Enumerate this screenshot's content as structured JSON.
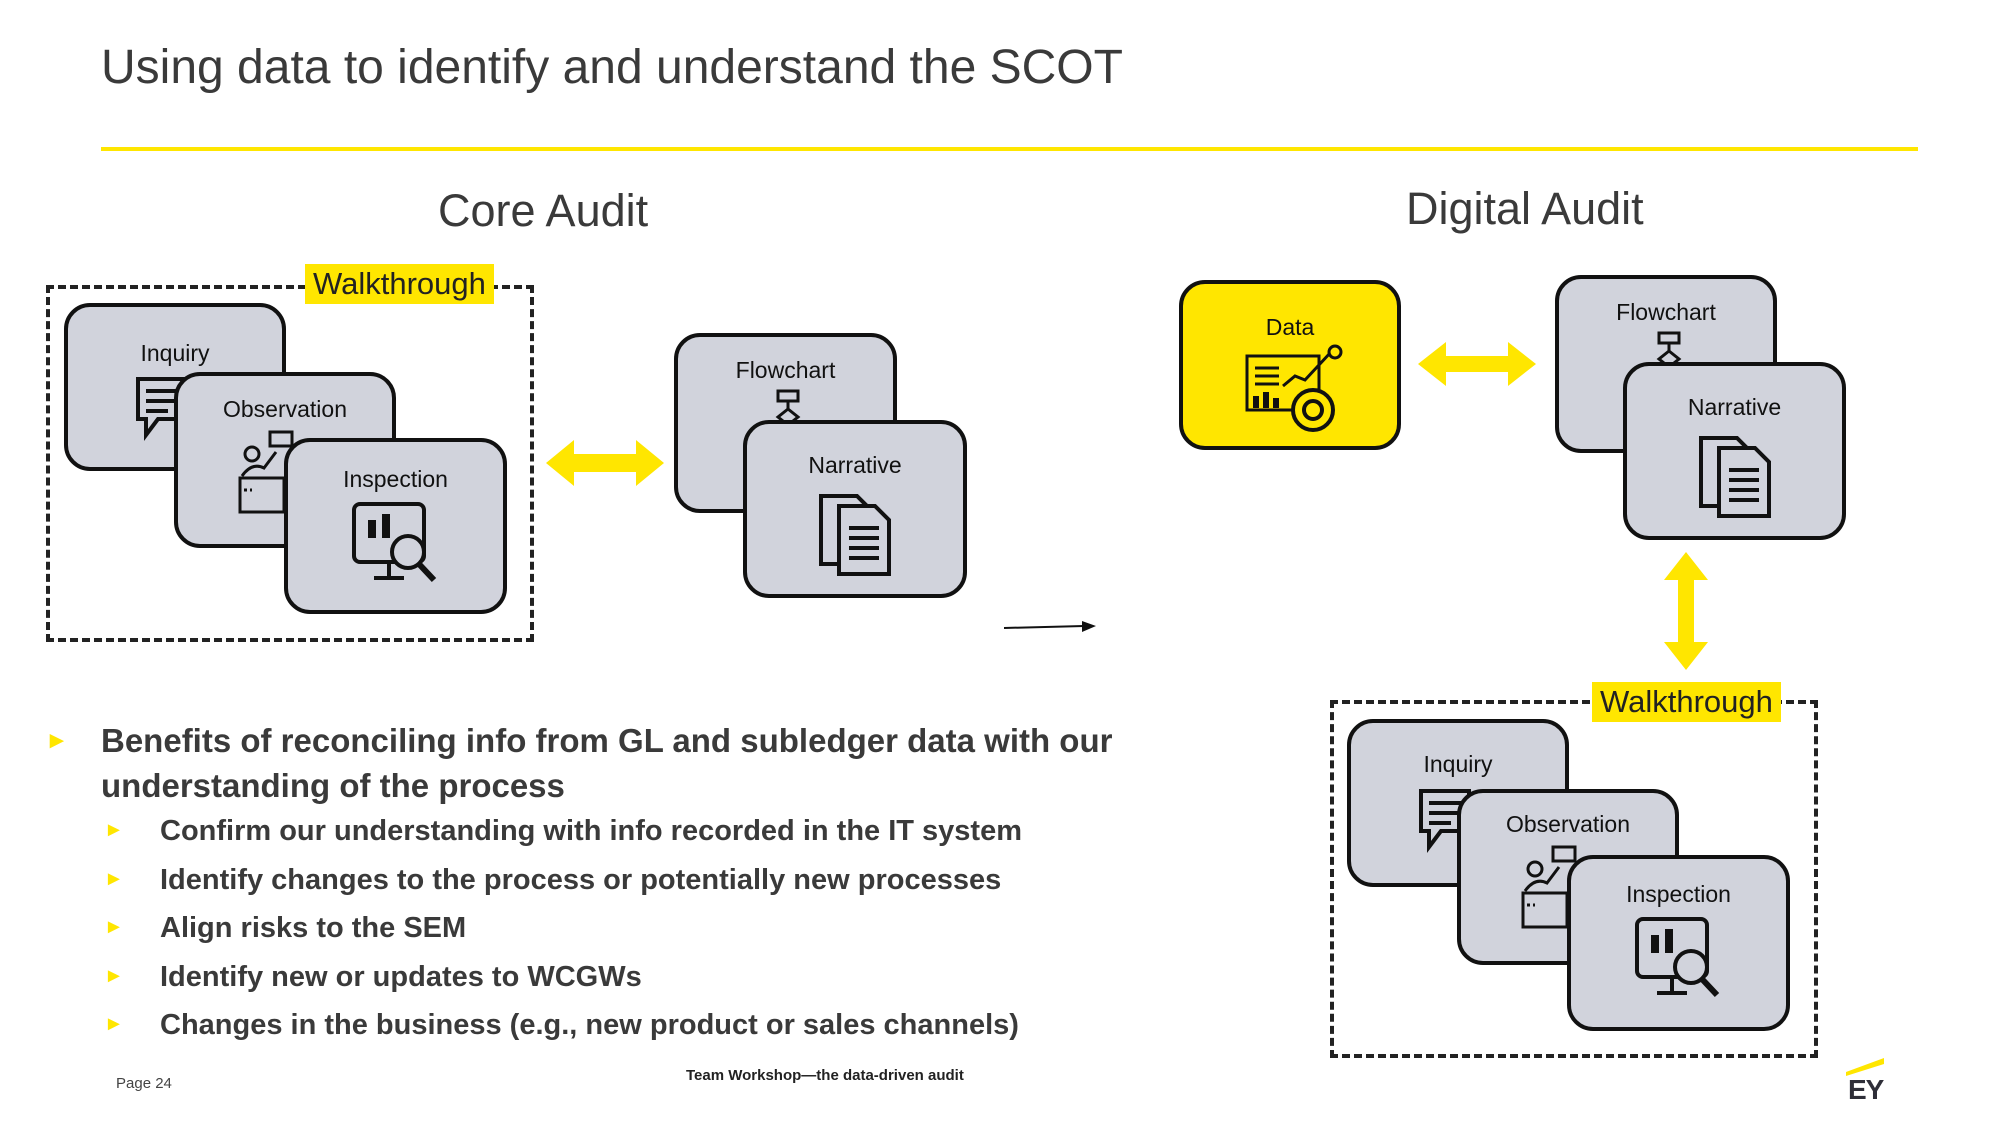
{
  "title": "Using data to identify and understand the SCOT",
  "core_audit": {
    "heading": "Core Audit",
    "walkthrough_label": "Walkthrough",
    "cards": {
      "inquiry": "Inquiry",
      "observation": "Observation",
      "inspection": "Inspection",
      "flowchart": "Flowchart",
      "narrative": "Narrative"
    }
  },
  "digital_audit": {
    "heading": "Digital Audit",
    "data_label": "Data",
    "walkthrough_label": "Walkthrough",
    "cards": {
      "flowchart": "Flowchart",
      "narrative": "Narrative",
      "inquiry": "Inquiry",
      "observation": "Observation",
      "inspection": "Inspection"
    }
  },
  "benefits": {
    "heading": "Benefits of reconciling info from GL and subledger data with our understanding of the process",
    "items": [
      "Confirm our understanding with info recorded in the IT system",
      "Identify changes to the process or potentially new processes",
      "Align risks to the SEM",
      "Identify new or updates to WCGWs",
      "Changes in the business (e.g., new product or sales channels)"
    ]
  },
  "footer": {
    "page": "Page 24",
    "center": "Team Workshop—the data-driven audit",
    "logo_text": "EY"
  },
  "colors": {
    "accent": "#ffe600",
    "card": "#d1d3dc",
    "text": "#3a3a3a"
  }
}
